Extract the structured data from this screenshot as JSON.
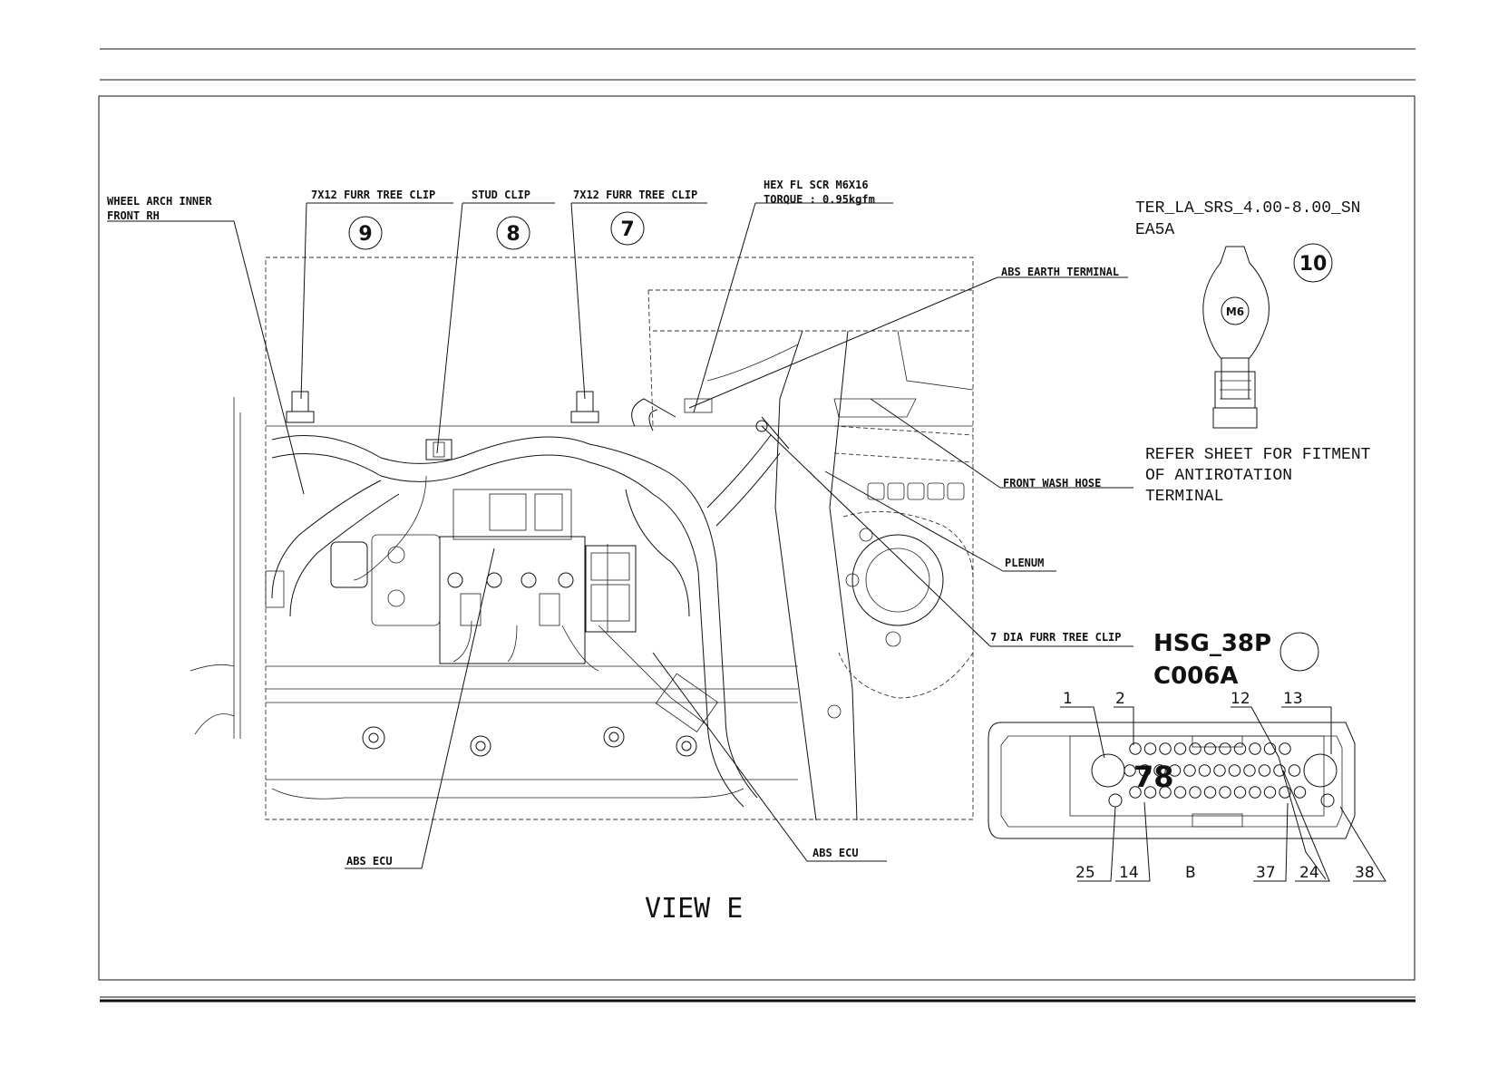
{
  "callouts": {
    "wheel_arch_line1": "WHEEL ARCH INNER",
    "wheel_arch_line2": "FRONT RH",
    "clip_9": "7X12 FURR TREE CLIP",
    "stud_clip": "STUD CLIP",
    "clip_7": "7X12 FURR TREE CLIP",
    "hex_screw_line1": "HEX FL SCR M6X16",
    "hex_screw_line2": "TORQUE : 0.95kgfm",
    "abs_earth": "ABS EARTH TERMINAL",
    "front_wash_hose": "FRONT WASH HOSE",
    "plenum": "PLENUM",
    "dia_clip": "7 DIA FURR TREE CLIP",
    "abs_ecu_left": "ABS ECU",
    "abs_ecu_right": "ABS ECU"
  },
  "balloons": {
    "b9": "9",
    "b8": "8",
    "b7": "7",
    "b10": "10"
  },
  "terminal": {
    "part_line1": "TER_LA_SRS_4.00-8.00_SN",
    "part_line2": "EA5A",
    "stamp": "M6",
    "note_line1": "REFER SHEET FOR FITMENT",
    "note_line2": "OF ANTIROTATION",
    "note_line3": "TERMINAL"
  },
  "connector": {
    "name": "HSG_38P",
    "code": "C006A",
    "overlay_text": "78",
    "pins_top": [
      "1",
      "2",
      "12",
      "13"
    ],
    "pins_bottom": [
      "25",
      "14",
      "B",
      "37",
      "24",
      "38"
    ]
  },
  "view_title": "VIEW E"
}
